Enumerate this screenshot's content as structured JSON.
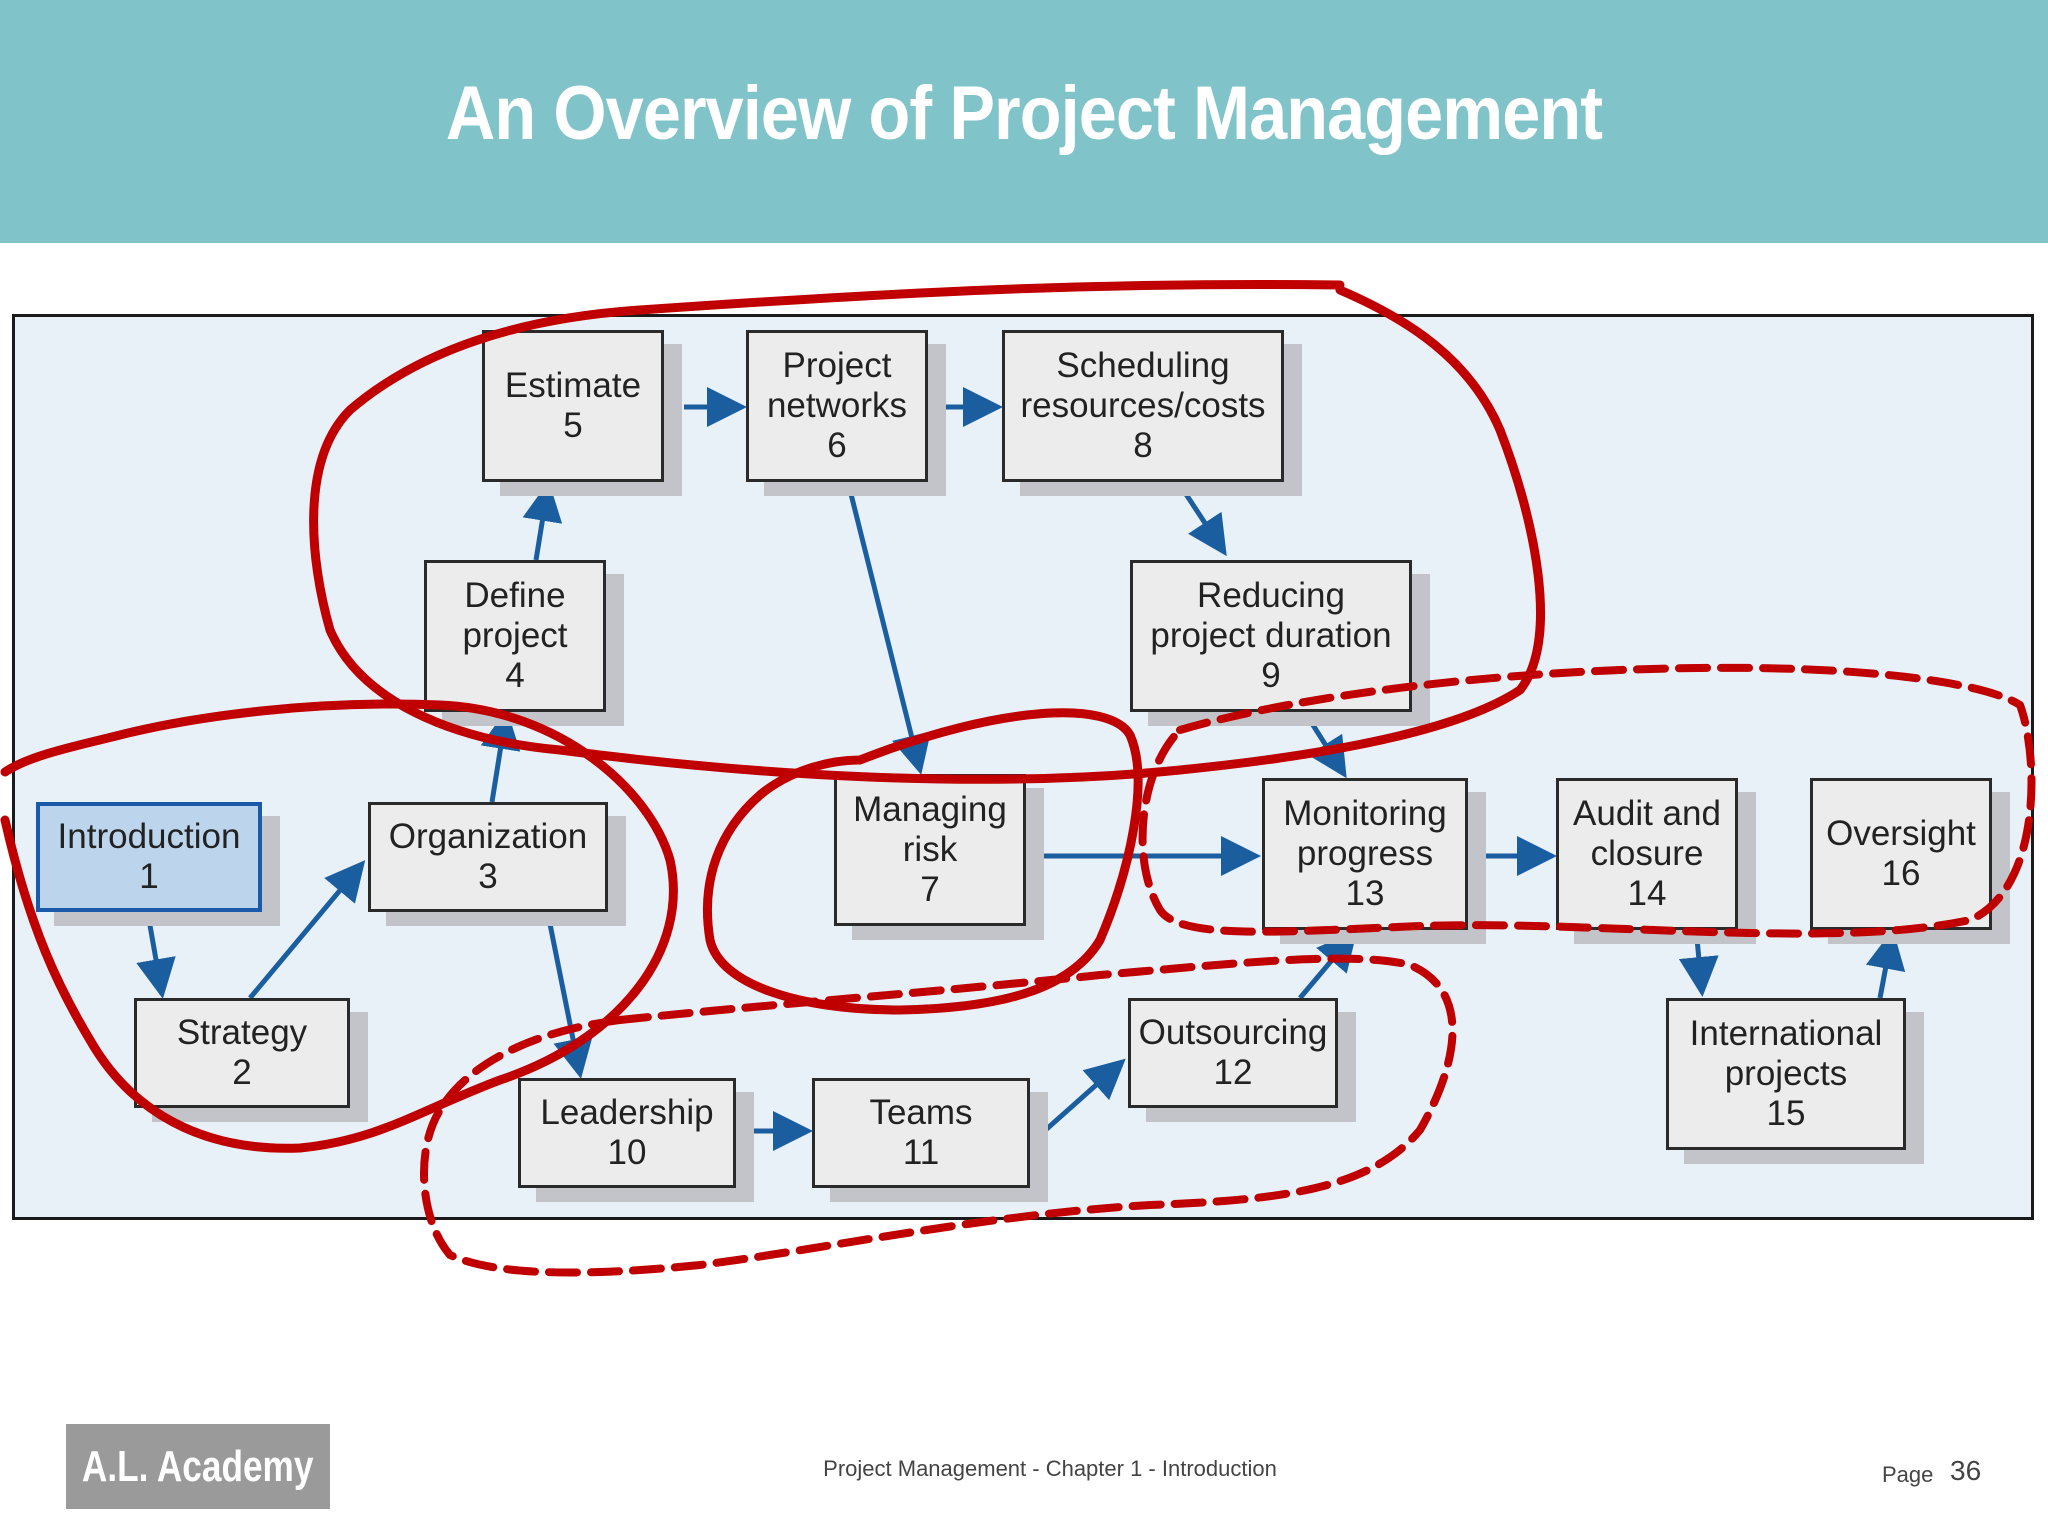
{
  "header": {
    "title": "An Overview of Project Management"
  },
  "diagram": {
    "nodes": [
      {
        "id": "1",
        "label": "Introduction",
        "number": "1"
      },
      {
        "id": "2",
        "label": "Strategy",
        "number": "2"
      },
      {
        "id": "3",
        "label": "Organization",
        "number": "3"
      },
      {
        "id": "4",
        "label_lines": [
          "Define",
          "project"
        ],
        "number": "4"
      },
      {
        "id": "5",
        "label": "Estimate",
        "number": "5"
      },
      {
        "id": "6",
        "label_lines": [
          "Project",
          "networks"
        ],
        "number": "6"
      },
      {
        "id": "7",
        "label_lines": [
          "Managing",
          "risk"
        ],
        "number": "7"
      },
      {
        "id": "8",
        "label_lines": [
          "Scheduling",
          "resources/costs"
        ],
        "number": "8"
      },
      {
        "id": "9",
        "label_lines": [
          "Reducing",
          "project duration"
        ],
        "number": "9"
      },
      {
        "id": "10",
        "label": "Leadership",
        "number": "10"
      },
      {
        "id": "11",
        "label": "Teams",
        "number": "11"
      },
      {
        "id": "12",
        "label": "Outsourcing",
        "number": "12"
      },
      {
        "id": "13",
        "label_lines": [
          "Monitoring",
          "progress"
        ],
        "number": "13"
      },
      {
        "id": "14",
        "label_lines": [
          "Audit and",
          "closure"
        ],
        "number": "14"
      },
      {
        "id": "15",
        "label_lines": [
          "International",
          "projects"
        ],
        "number": "15"
      },
      {
        "id": "16",
        "label": "Oversight",
        "number": "16"
      }
    ],
    "edges": [
      {
        "from": "1",
        "to": "2"
      },
      {
        "from": "2",
        "to": "3"
      },
      {
        "from": "3",
        "to": "4"
      },
      {
        "from": "3",
        "to": "10"
      },
      {
        "from": "4",
        "to": "5"
      },
      {
        "from": "5",
        "to": "6"
      },
      {
        "from": "6",
        "to": "8"
      },
      {
        "from": "6",
        "to": "7"
      },
      {
        "from": "8",
        "to": "9"
      },
      {
        "from": "9",
        "to": "13"
      },
      {
        "from": "7",
        "to": "13"
      },
      {
        "from": "10",
        "to": "11"
      },
      {
        "from": "11",
        "to": "12"
      },
      {
        "from": "12",
        "to": "13"
      },
      {
        "from": "13",
        "to": "14"
      },
      {
        "from": "14",
        "to": "15"
      },
      {
        "from": "15",
        "to": "16"
      }
    ],
    "colors": {
      "arrow": "#1a5ea0",
      "annotation": "#c00000",
      "highlight_fill": "#bcd4ec",
      "highlight_border": "#1a5aa8"
    }
  },
  "footer": {
    "logo": "A.L. Academy",
    "subtitle": "Project Management - Chapter 1 - Introduction",
    "page_label": "Page",
    "page_number": "36"
  }
}
